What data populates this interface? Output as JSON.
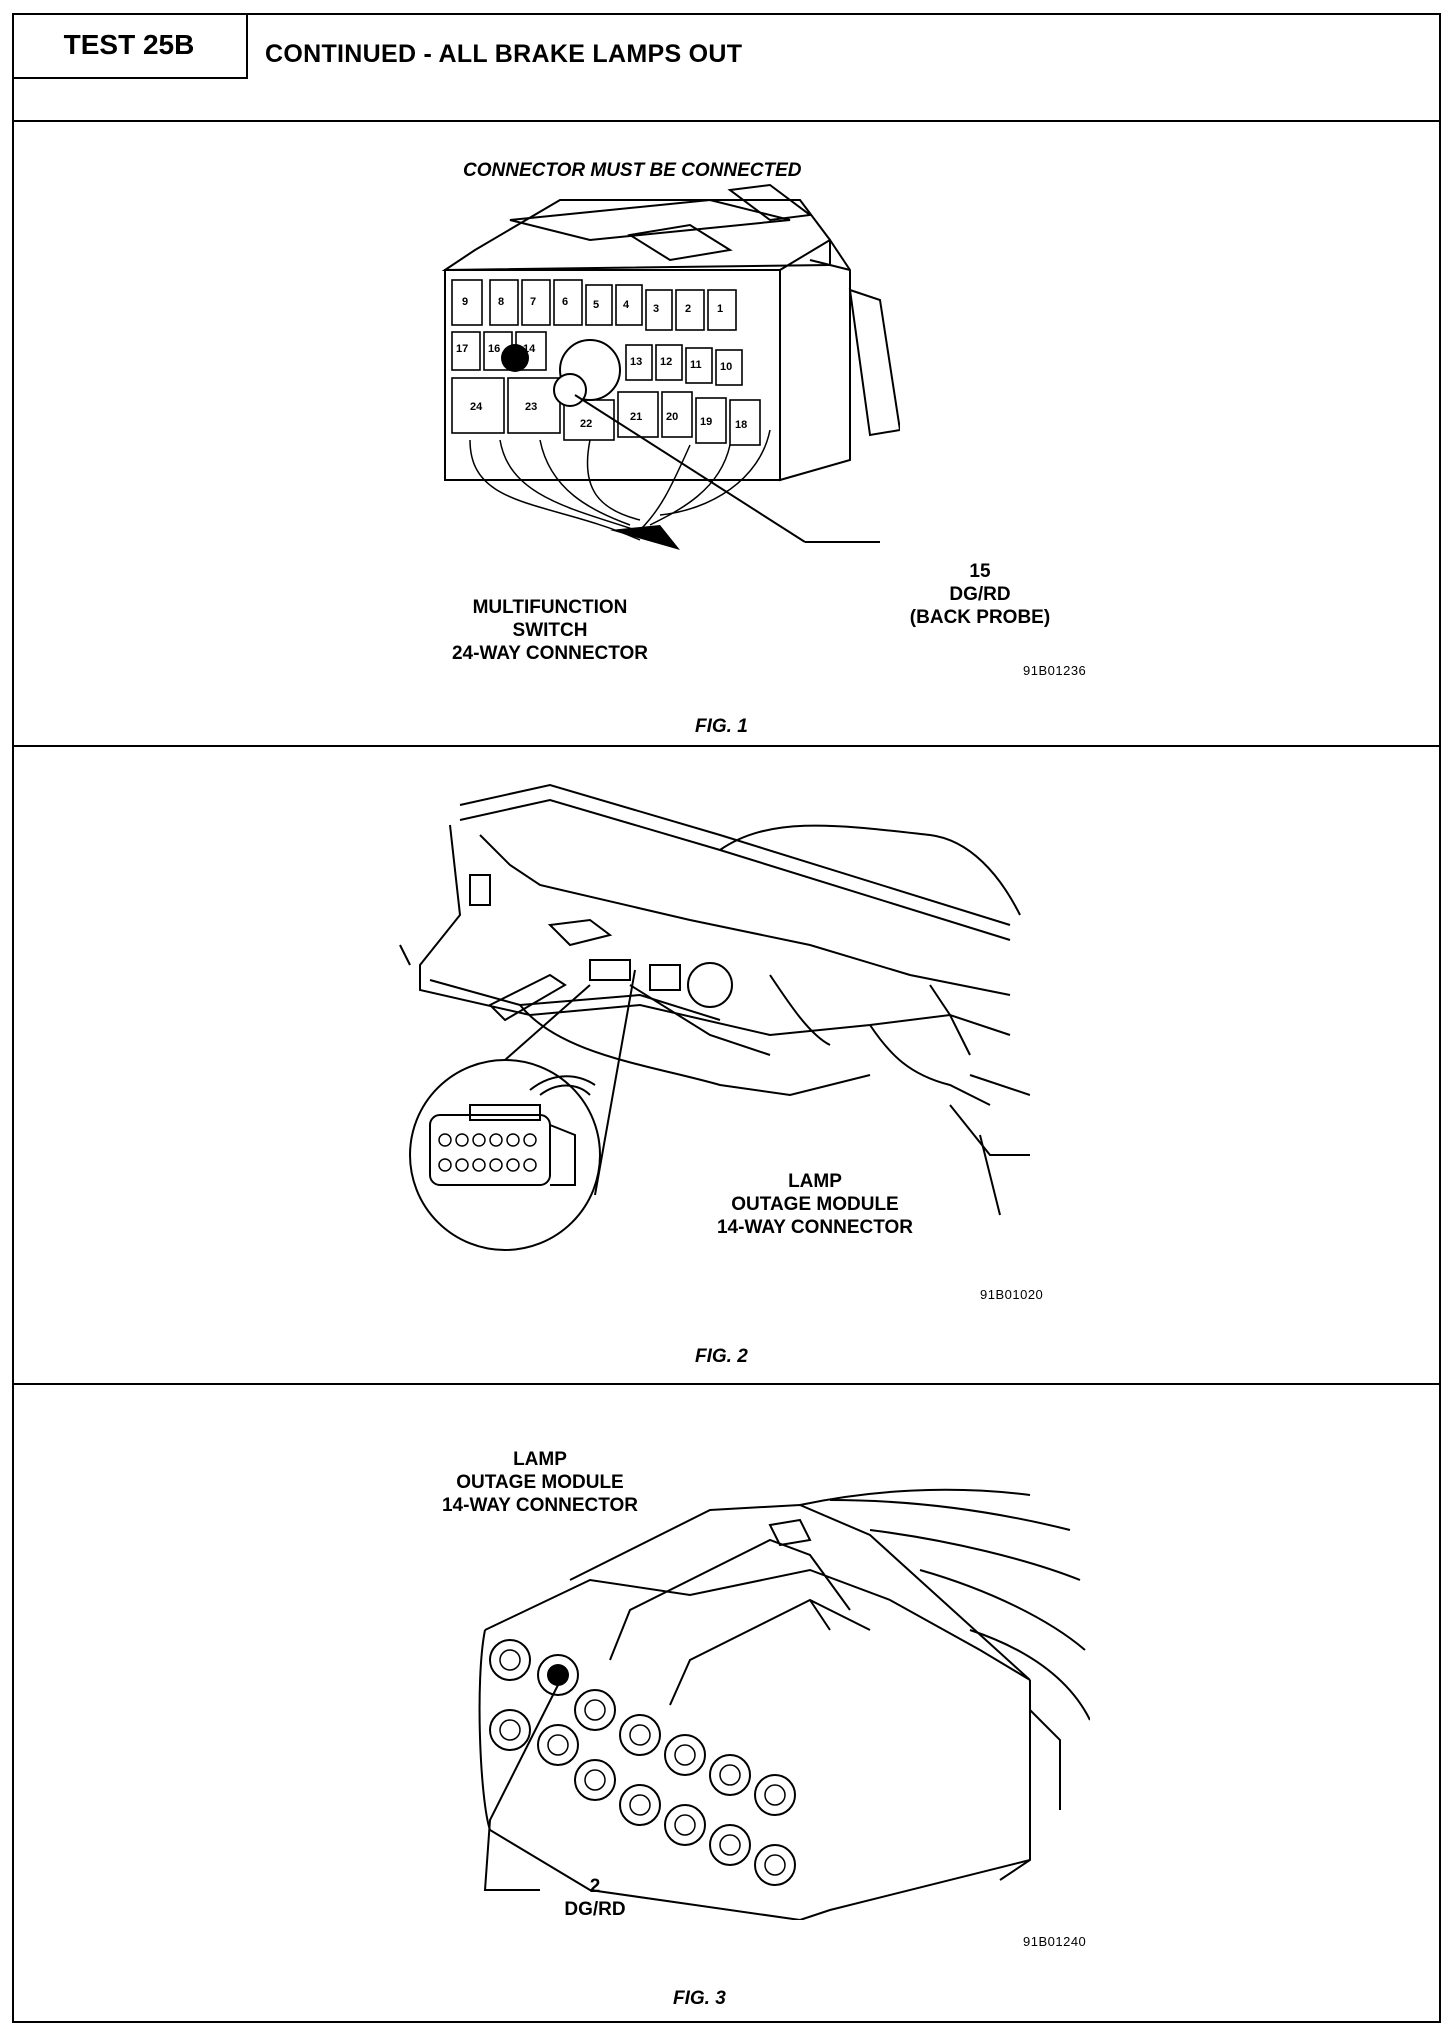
{
  "header": {
    "test_id": "TEST 25B",
    "title": "CONTINUED - ALL BRAKE LAMPS OUT"
  },
  "fig1": {
    "note": "CONNECTOR MUST BE CONNECTED",
    "pin_labels": [
      "9",
      "8",
      "7",
      "6",
      "5",
      "4",
      "3",
      "2",
      "1",
      "17",
      "16",
      "14",
      "13",
      "12",
      "11",
      "10",
      "24",
      "23",
      "22",
      "21",
      "20",
      "19",
      "18"
    ],
    "callout_pin": "15",
    "callout_wire": "DG/RD",
    "callout_action": "(BACK PROBE)",
    "label_line1": "MULTIFUNCTION",
    "label_line2": "SWITCH",
    "label_line3": "24-WAY CONNECTOR",
    "code": "91B01236",
    "caption": "FIG. 1"
  },
  "fig2": {
    "label_line1": "LAMP",
    "label_line2": "OUTAGE MODULE",
    "label_line3": "14-WAY CONNECTOR",
    "code": "91B01020",
    "caption": "FIG. 2"
  },
  "fig3": {
    "label_line1": "LAMP",
    "label_line2": "OUTAGE MODULE",
    "label_line3": "14-WAY CONNECTOR",
    "callout_pin": "2",
    "callout_wire": "DG/RD",
    "code": "91B01240",
    "caption": "FIG. 3"
  }
}
